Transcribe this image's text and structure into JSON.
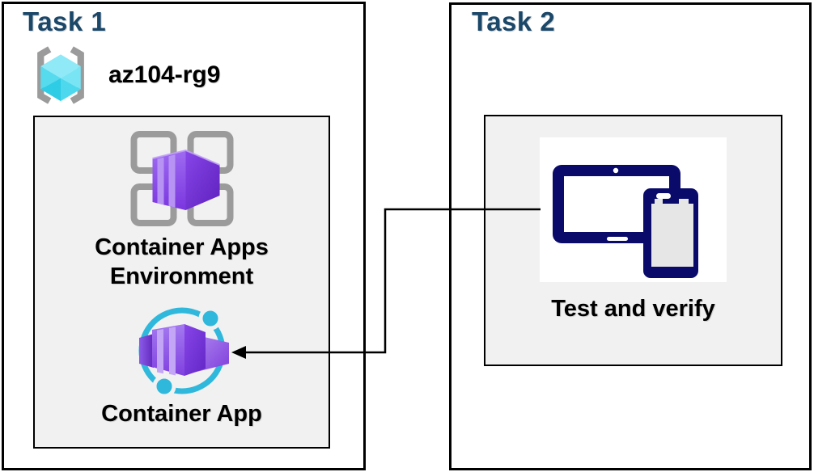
{
  "task1": {
    "title": "Task 1",
    "resource_group_name": "az104-rg9",
    "environment_label": "Container Apps Environment",
    "container_app_label": "Container App"
  },
  "task2": {
    "title": "Task 2",
    "test_label": "Test and verify"
  },
  "icons": {
    "resource_group": "azure-resource-group (gray brackets with cyan cube)",
    "environment": "container-apps-environment (gray 2x2 grid with purple container box)",
    "container_app": "container-app (purple container boxes in teal circle)",
    "test": "tablet-and-phone"
  },
  "colors": {
    "title_color": "#1B4769",
    "label_color": "#000000",
    "box_border": "#000000",
    "inner_box_bg": "#F1F1F1",
    "icon_gray": "#9B9B9B",
    "teal": "#2FB8DC",
    "navy": "#0A0A6B",
    "connector": "#000000",
    "cyan_light": "#8FE9F6",
    "cyan_dark": "#2FCCE6",
    "purple_light": "#B794F4",
    "purple_mid": "#8746E8",
    "purple_dark": "#5E20BE"
  }
}
